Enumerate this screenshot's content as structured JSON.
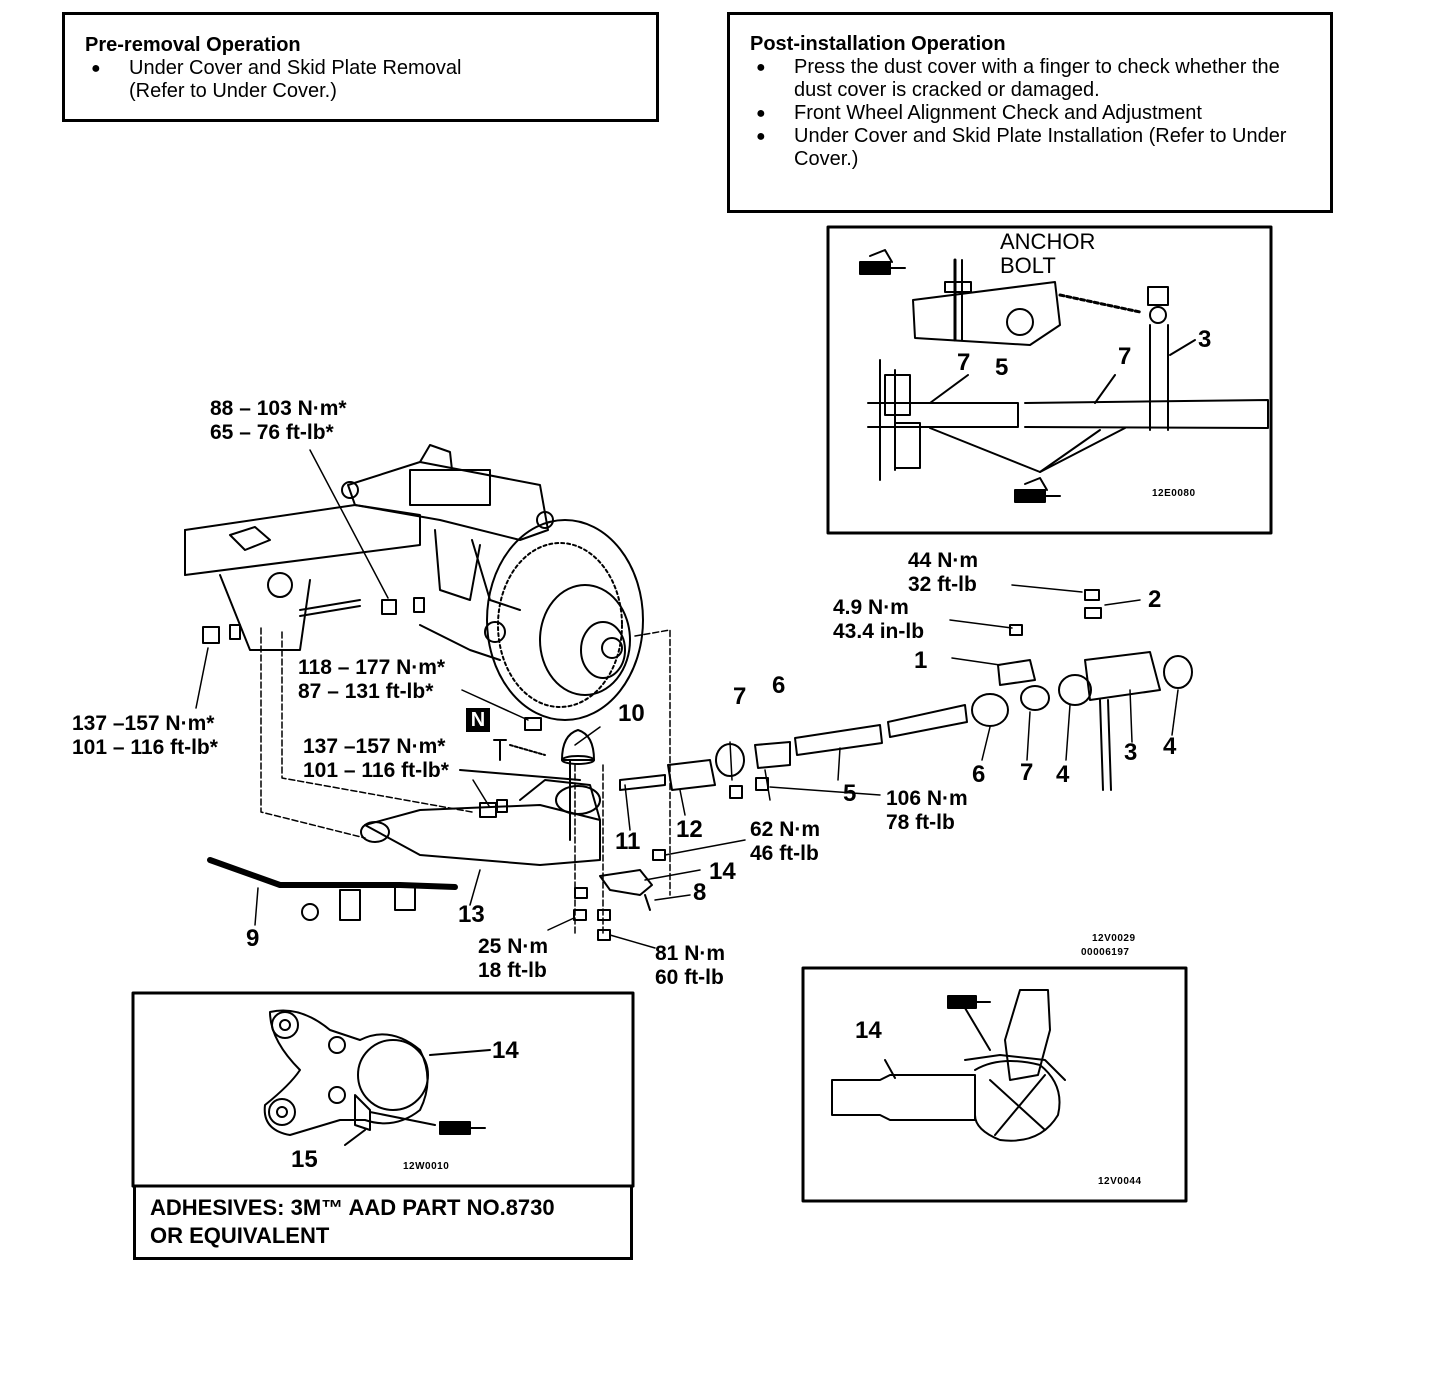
{
  "pre_removal": {
    "title": "Pre-removal Operation",
    "items": [
      "Under Cover and Skid Plate Removal\n(Refer to Under Cover.)"
    ]
  },
  "post_installation": {
    "title": "Post-installation Operation",
    "items": [
      "Press the dust cover with a finger to check whether the dust cover is cracked or damaged.",
      "Front Wheel Alignment Check and Adjustment",
      "Under Cover and Skid Plate Installation (Refer to Under Cover.)"
    ]
  },
  "inset_anchor": {
    "label": "ANCHOR\nBOLT",
    "callouts": [
      "7",
      "5",
      "7",
      "3"
    ],
    "code": "12E0080"
  },
  "torques": {
    "t1": "88 – 103 N·m*\n65 – 76 ft-lb*",
    "t2": "118 – 177 N·m*\n87 – 131 ft-lb*",
    "t3": "137 –157 N·m*\n101 – 116 ft-lb*",
    "t4": "137 –157 N·m*\n101 – 116 ft-lb*",
    "t5": "44 N·m\n32 ft-lb",
    "t6": "4.9 N·m\n43.4 in-lb",
    "t7": "106 N·m\n78 ft-lb",
    "t8": "62 N·m\n46 ft-lb",
    "t9": "25 N·m\n18 ft-lb",
    "t10": "81 N·m\n60 ft-lb"
  },
  "n_symbol": "N",
  "parts": {
    "p1": "1",
    "p2": "2",
    "p3a": "3",
    "p4a": "4",
    "p4b": "4",
    "p3b": "3",
    "p5": "5",
    "p6a": "6",
    "p6b": "6",
    "p7a": "7",
    "p7b": "7",
    "p8": "8",
    "p9": "9",
    "p10": "10",
    "p11": "11",
    "p12": "12",
    "p13": "13",
    "p14": "14"
  },
  "codes": {
    "main_a": "12V0029",
    "main_b": "00006197"
  },
  "inset_adhesive": {
    "callout_14": "14",
    "callout_15": "15",
    "code": "12W0010",
    "note": "ADHESIVES: 3M™ AAD PART NO.8730\nOR  EQUIVALENT"
  },
  "inset_knuckle": {
    "callout_14": "14",
    "code": "12V0044"
  }
}
